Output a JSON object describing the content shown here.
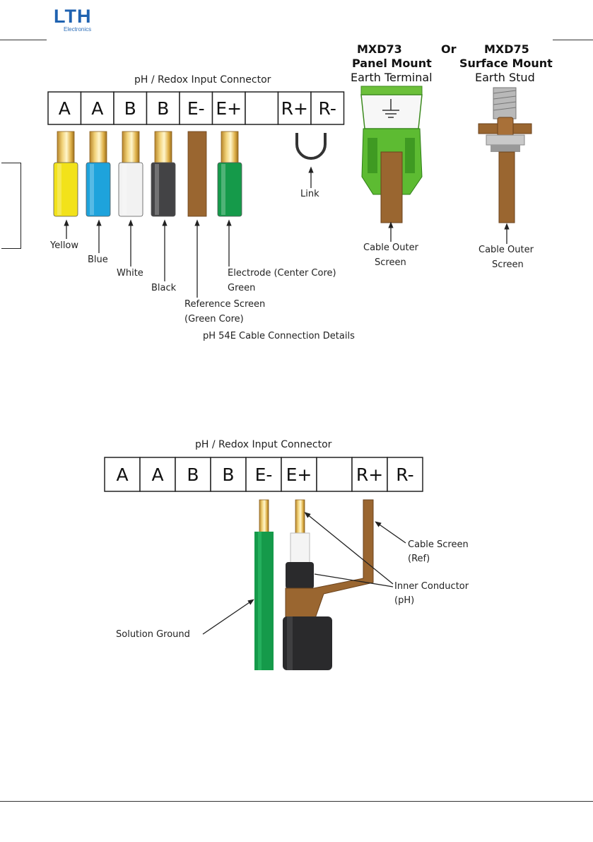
{
  "logo": {
    "main": "LTH",
    "sub": "Electronics"
  },
  "figure1": {
    "header": "pH / Redox Input Connector",
    "terminals": [
      "A",
      "A",
      "B",
      "B",
      "E-",
      "E+",
      "",
      "R+",
      "R-"
    ],
    "wires": [
      {
        "label": "Yellow",
        "color": "#f2e21a"
      },
      {
        "label": "Blue",
        "color": "#1ea3dc"
      },
      {
        "label": "White",
        "color": "#f2f2f2"
      },
      {
        "label": "Black",
        "color": "#434345"
      },
      {
        "label": "Reference Screen",
        "label2": "(Green Core)",
        "color": "#9a6630"
      },
      {
        "label": "Electrode (Center Core)",
        "label2": "Green",
        "color": "#159a4a"
      }
    ],
    "link_label": "Link",
    "caption": "pH 54E Cable Connection Details",
    "or_label": "Or",
    "mount1": {
      "model": "MXD73",
      "type": "Panel Mount",
      "desc": "Earth Terminal",
      "cable_l1": "Cable Outer",
      "cable_l2": "Screen"
    },
    "mount2": {
      "model": "MXD75",
      "type": "Surface Mount",
      "desc": "Earth Stud",
      "cable_l1": "Cable Outer",
      "cable_l2": "Screen"
    }
  },
  "figure2": {
    "header": "pH / Redox Input Connector",
    "terminals": [
      "A",
      "A",
      "B",
      "B",
      "E-",
      "E+",
      "",
      "R+",
      "R-"
    ],
    "labels": {
      "cable_screen_1": "Cable Screen",
      "cable_screen_2": "(Ref)",
      "inner_1": "Inner Conductor",
      "inner_2": "(pH)",
      "solution_ground": "Solution Ground"
    },
    "colors": {
      "green": "#159a4a",
      "brown": "#9a6630",
      "black": "#2a2a2c"
    }
  }
}
